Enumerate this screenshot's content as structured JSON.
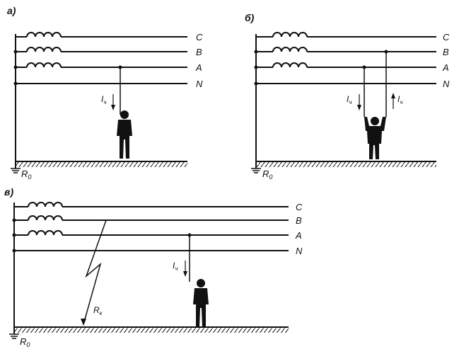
{
  "panels": [
    {
      "id": "a",
      "label": "а)",
      "phases": [
        "C",
        "B",
        "A",
        "N"
      ],
      "ground_label": "R",
      "ground_sub": "0",
      "current_label": "I",
      "current_sub": "ч",
      "contact_phase": "A"
    },
    {
      "id": "b",
      "label": "б)",
      "phases": [
        "C",
        "B",
        "A",
        "N"
      ],
      "ground_label": "R",
      "ground_sub": "0",
      "current_left_label": "I",
      "current_left_sub": "ч",
      "current_right_label": "I",
      "current_right_sub": "ч",
      "contact_phases": [
        "A",
        "B"
      ]
    },
    {
      "id": "c",
      "label": "в)",
      "phases": [
        "C",
        "B",
        "A",
        "N"
      ],
      "ground_label": "R",
      "ground_sub": "0",
      "current_label": "I",
      "current_sub": "ч",
      "contact_phase": "A",
      "fault_label": "R",
      "fault_sub": "к",
      "fault_phase": "B"
    }
  ]
}
